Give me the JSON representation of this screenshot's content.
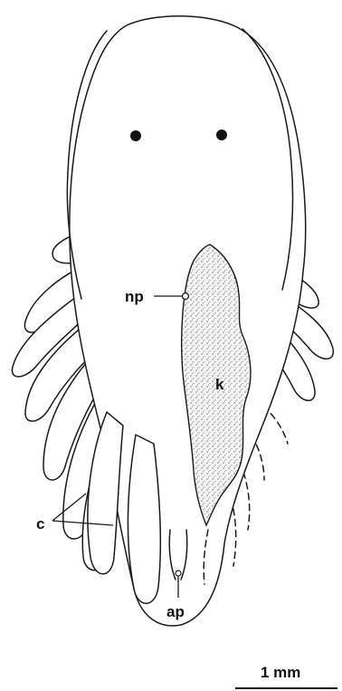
{
  "labels": {
    "nephropore": "np",
    "kidney": "k",
    "cerata": "c",
    "anal_pore": "ap"
  },
  "scale_bar": {
    "label": "1 mm"
  },
  "colors": {
    "ink": "#1a1a1a",
    "kidney_fill": "#f2f2f2",
    "background": "#ffffff"
  }
}
